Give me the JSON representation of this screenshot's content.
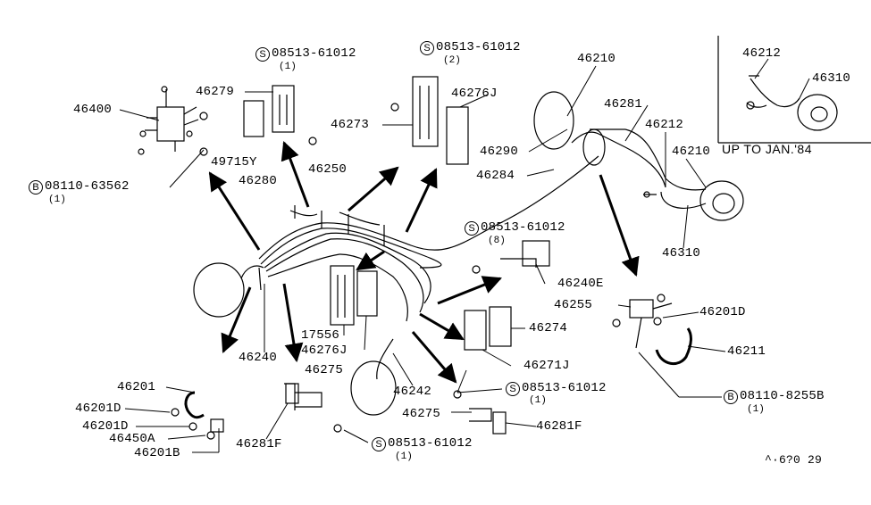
{
  "labels": {
    "p46400": "46400",
    "p46279": "46279",
    "p46273": "46273",
    "p46276J_top": "46276J",
    "p46210_top": "46210",
    "p46281_top": "46281",
    "p46212_mid": "46212",
    "p46210_mid": "46210",
    "p46290": "46290",
    "p46284": "46284",
    "p46250": "46250",
    "p49715Y": "49715Y",
    "p46280": "46280",
    "p46240E": "46240E",
    "p46255": "46255",
    "p46201D_right": "46201D",
    "p46211": "46211",
    "p46310_mid": "46310",
    "p46274": "46274",
    "p46271J": "46271J",
    "p17556": "17556",
    "p46276J_low": "46276J",
    "p46275_mid": "46275",
    "p46240": "46240",
    "p46242": "46242",
    "p46275_low": "46275",
    "p46281F_right": "46281F",
    "p46281F_left": "46281F",
    "p46201": "46201",
    "p46201D_left1": "46201D",
    "p46201D_left2": "46201D",
    "p46450A": "46450A",
    "p46201B": "46201B",
    "inset_46212": "46212",
    "inset_46310": "46310"
  },
  "callouts": {
    "s_top_left": {
      "mark": "S",
      "part": "08513-61012",
      "qty": "(1)"
    },
    "s_top_mid": {
      "mark": "S",
      "part": "08513-61012",
      "qty": "(2)"
    },
    "b_left": {
      "mark": "B",
      "part": "08110-63562",
      "qty": "(1)"
    },
    "s_mid_right": {
      "mark": "S",
      "part": "08513-61012",
      "qty": "(8)"
    },
    "s_low_right": {
      "mark": "S",
      "part": "08513-61012",
      "qty": "(1)"
    },
    "s_bottom": {
      "mark": "S",
      "part": "08513-61012",
      "qty": "(1)"
    },
    "b_right": {
      "mark": "B",
      "part": "08110-8255B",
      "qty": "(1)"
    }
  },
  "inset_note": "UP TO JAN.'84",
  "figure_code": "^·6?0 29"
}
